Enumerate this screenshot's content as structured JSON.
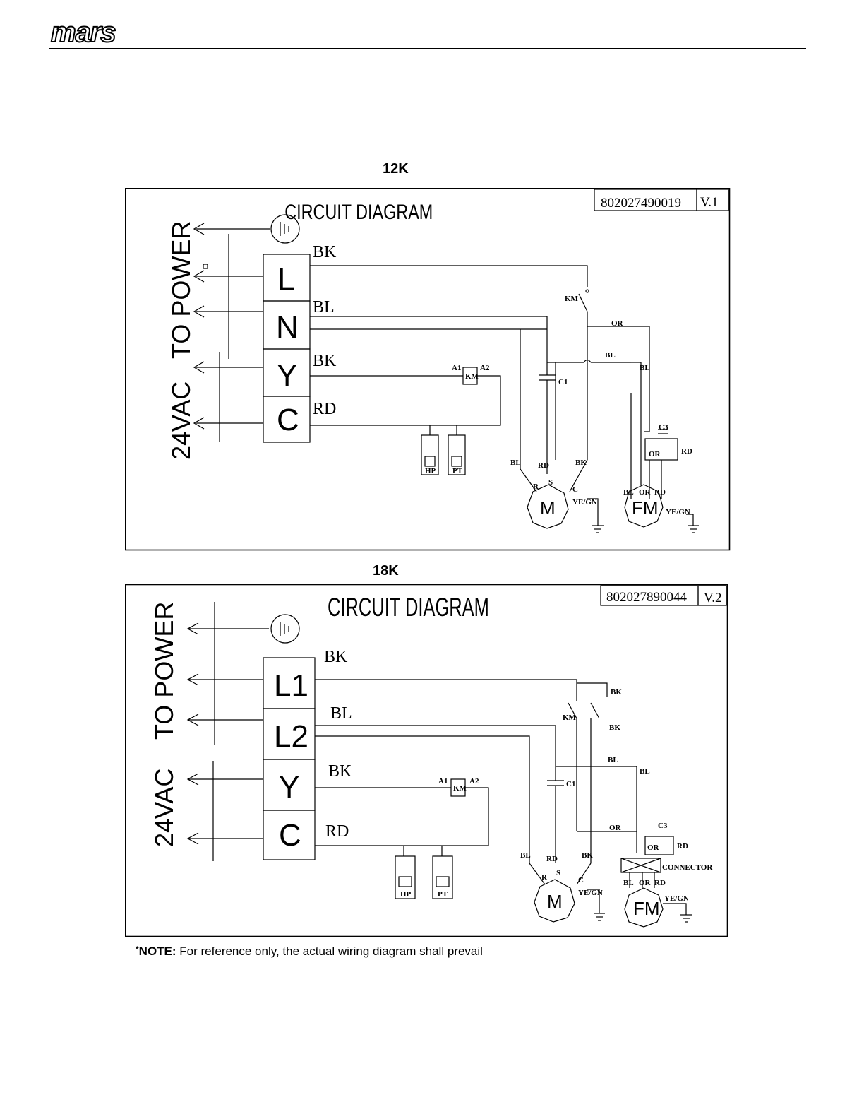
{
  "header": {
    "logo_text": "mars"
  },
  "diagram_12k": {
    "section_label": "12K",
    "title": "CIRCUIT DIAGRAM",
    "code": "802027490019",
    "version": "V.1",
    "side_labels": {
      "power": "TO POWER",
      "control": "24VAC"
    },
    "terminals": [
      "L",
      "N",
      "Y",
      "C"
    ],
    "wires": {
      "l": "BK",
      "n": "BL",
      "y": "BK",
      "c": "RD"
    },
    "labels": {
      "km": "KM",
      "km_coil": "KM",
      "a1": "A1",
      "a2": "A2",
      "c1": "C1",
      "c3": "C3",
      "or_top": "OR",
      "bl_mid": "BL",
      "bl_right": "BL",
      "c3_or": "OR",
      "c3_rd": "RD",
      "hp": "HP",
      "pt": "PT",
      "m_bl": "BL",
      "m_rd": "RD",
      "m_bk": "BK",
      "m_r": "R",
      "m_s": "S",
      "m_c": "C",
      "m_gnd": "YE/GN",
      "fm_bl": "BL",
      "fm_or": "OR",
      "fm_rd": "RD",
      "fm_gnd": "YE/GN",
      "motor": "M",
      "fan_motor": "FM"
    }
  },
  "diagram_18k": {
    "section_label": "18K",
    "title": "CIRCUIT DIAGRAM",
    "code": "802027890044",
    "version": "V.2",
    "side_labels": {
      "power": "TO POWER",
      "control": "24VAC"
    },
    "terminals": [
      "L1",
      "L2",
      "Y",
      "C"
    ],
    "wires": {
      "l1": "BK",
      "l2": "BL",
      "y": "BK",
      "c": "RD"
    },
    "labels": {
      "km": "KM",
      "km_coil": "KM",
      "a1": "A1",
      "a2": "A2",
      "c1": "C1",
      "c3": "C3",
      "bk_top": "BK",
      "bk_mid": "BK",
      "bl_mid": "BL",
      "bl_right": "BL",
      "or_mid": "OR",
      "c3_or": "OR",
      "c3_rd": "RD",
      "connector": "CONNECTOR",
      "hp": "HP",
      "pt": "PT",
      "m_bl": "BL",
      "m_rd": "RD",
      "m_bk": "BK",
      "m_r": "R",
      "m_s": "S",
      "m_c": "C",
      "m_gnd": "YE/GN",
      "fm_bl": "BL",
      "fm_or": "OR",
      "fm_rd": "RD",
      "fm_gnd": "YE/GN",
      "motor": "M",
      "fan_motor": "FM"
    }
  },
  "note": {
    "star": "*",
    "label": "NOTE:",
    "text": "For reference only, the actual wiring diagram shall prevail"
  }
}
